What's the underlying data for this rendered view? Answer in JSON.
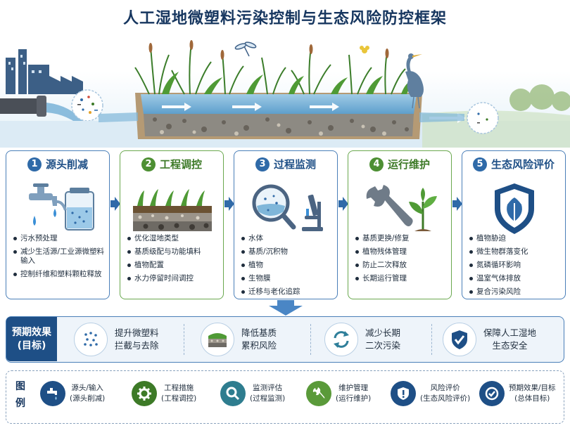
{
  "title": "人工湿地微塑料污染控制与生态风险防控框架",
  "stages": [
    {
      "num": "1",
      "name": "源头削减",
      "items": [
        "污水预处理",
        "减少生活源/工业源微塑料输入",
        "控制纤维和塑料颗粒释放"
      ]
    },
    {
      "num": "2",
      "name": "工程调控",
      "items": [
        "优化湿地类型",
        "基质级配与功能填料",
        "植物配置",
        "水力停留时间调控"
      ]
    },
    {
      "num": "3",
      "name": "过程监测",
      "items": [
        "水体",
        "基质/沉积物",
        "植物",
        "生物膜",
        "迁移与老化追踪"
      ]
    },
    {
      "num": "4",
      "name": "运行维护",
      "items": [
        "基质更换/修复",
        "植物残体管理",
        "防止二次释放",
        "长期运行管理"
      ]
    },
    {
      "num": "5",
      "name": "生态风险评价",
      "items": [
        "植物胁迫",
        "微生物群落变化",
        "氮磷循环影响",
        "温室气体排放",
        "复合污染风险"
      ]
    }
  ],
  "effects": {
    "label_line1": "预期效果",
    "label_line2": "(目标)",
    "items": [
      {
        "line1": "提升微塑料",
        "line2": "拦截与去除"
      },
      {
        "line1": "降低基质",
        "line2": "累积风险"
      },
      {
        "line1": "减少长期",
        "line2": "二次污染"
      },
      {
        "line1": "保障人工湿地",
        "line2": "生态安全"
      }
    ]
  },
  "legend": {
    "title_line1": "图",
    "title_line2": "例",
    "items": [
      {
        "icon": "faucet-icon",
        "line1": "源头/输入",
        "line2": "(源头削减)",
        "color": "#1e4f86"
      },
      {
        "icon": "gear-icon",
        "line1": "工程措施",
        "line2": "(工程调控)",
        "color": "#3d7a27"
      },
      {
        "icon": "magnifier-icon",
        "line1": "监测评估",
        "line2": "(过程监测)",
        "color": "#2e7d8f"
      },
      {
        "icon": "wrench-icon",
        "line1": "维护管理",
        "line2": "(运行维护)",
        "color": "#5a9a3a"
      },
      {
        "icon": "shield-alert-icon",
        "line1": "风险评价",
        "line2": "(生态风险评价)",
        "color": "#1e4f86"
      },
      {
        "icon": "check-circle-icon",
        "line1": "预期效果/目标",
        "line2": "(总体目标)",
        "color": "#1e4f86"
      }
    ]
  },
  "colors": {
    "navy": "#16365f",
    "blue": "#2f6aa8",
    "green": "#4d8f33",
    "water": "#7fb6d9"
  }
}
